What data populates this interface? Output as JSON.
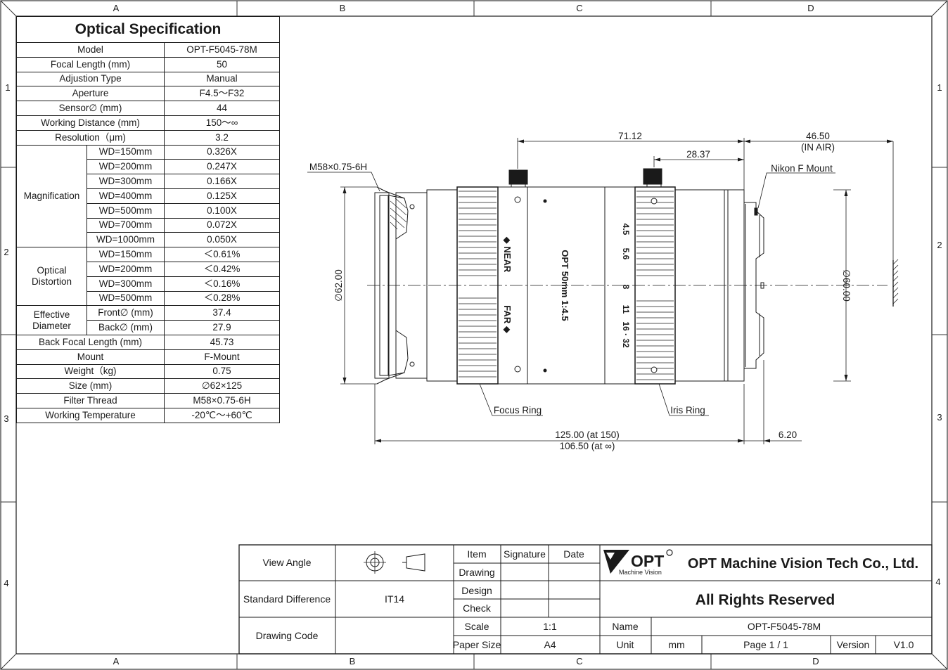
{
  "frame": {
    "columns": [
      "A",
      "B",
      "C",
      "D"
    ],
    "rows": [
      "1",
      "2",
      "3",
      "4"
    ]
  },
  "spec": {
    "title": "Optical Specification",
    "model_label": "Model",
    "model": "OPT-F5045-78M",
    "focal_label": "Focal Length (mm)",
    "focal": "50",
    "adjust_label": "Adjustion Type",
    "adjust": "Manual",
    "aperture_label": "Aperture",
    "aperture": "F4.5～F32",
    "sensor_label": "Sensor∅ (mm)",
    "sensor": "44",
    "wd_label": "Working Distance (mm)",
    "wd": "150～∞",
    "res_label": "Resolution（μm)",
    "res": "3.2",
    "mag_label": "Magnification",
    "magnification": [
      {
        "wd": "WD=150mm",
        "v": "0.326X"
      },
      {
        "wd": "WD=200mm",
        "v": "0.247X"
      },
      {
        "wd": "WD=300mm",
        "v": "0.166X"
      },
      {
        "wd": "WD=400mm",
        "v": "0.125X"
      },
      {
        "wd": "WD=500mm",
        "v": "0.100X"
      },
      {
        "wd": "WD=700mm",
        "v": "0.072X"
      },
      {
        "wd": "WD=1000mm",
        "v": "0.050X"
      }
    ],
    "dist_label": "Optical Distortion",
    "distortion": [
      {
        "wd": "WD=150mm",
        "v": "＜0.61%"
      },
      {
        "wd": "WD=200mm",
        "v": "＜0.42%"
      },
      {
        "wd": "WD=300mm",
        "v": "＜0.16%"
      },
      {
        "wd": "WD=500mm",
        "v": "＜0.28%"
      }
    ],
    "eff_label": "Effective Diameter",
    "front_label": "Front∅ (mm)",
    "front": "37.4",
    "back_label": "Back∅ (mm)",
    "back": "27.9",
    "bfl_label": "Back Focal Length (mm)",
    "bfl": "45.73",
    "mount_label": "Mount",
    "mount": "F-Mount",
    "weight_label": "Weight（kg)",
    "weight": "0.75",
    "size_label": "Size (mm)",
    "size": "∅62×125",
    "filter_label": "Filter Thread",
    "filter": "M58×0.75-6H",
    "temp_label": "Working Temperature",
    "temp": "-20℃～+60℃"
  },
  "drawing": {
    "dim_71": "71.12",
    "dim_28": "28.37",
    "dim_46": "46.50",
    "dim_46_note": "(IN AIR)",
    "thread": "M58×0.75-6H",
    "nikon": "Nikon F Mount",
    "dia_62": "∅62.00",
    "dia_60": "∅60.00",
    "near": "◆ NEAR",
    "far": "FAR ◆",
    "lens_name": "OPT 50mm 1:4.5",
    "f_45": "4.5",
    "f_56": "5.6",
    "f_8": "8",
    "f_11": "11",
    "f_16": "16 · 32",
    "focus_ring": "Focus Ring",
    "iris_ring": "Iris Ring",
    "len_150": "125.00 (at 150)",
    "len_inf": "106.50 (at ∞)",
    "dim_620": "6.20"
  },
  "title_block": {
    "view_angle_label": "View Angle",
    "std_diff_label": "Standard Difference",
    "std_diff": "IT14",
    "drawing_code_label": "Drawing Code",
    "drawing_code": "",
    "item": "Item",
    "signature": "Signature",
    "date": "Date",
    "drawing": "Drawing",
    "design": "Design",
    "check": "Check",
    "scale_label": "Scale",
    "scale": "1:1",
    "paper_label": "Paper Size",
    "paper": "A4",
    "logo_text": "OPT",
    "logo_sub": "Machine Vision",
    "company": "OPT Machine Vision Tech Co., Ltd.",
    "rights": "All Rights Reserved",
    "name_label": "Name",
    "name": "OPT-F5045-78M",
    "unit_label": "Unit",
    "unit": "mm",
    "page": "Page 1 / 1",
    "version_label": "Version",
    "version": "V1.0"
  }
}
